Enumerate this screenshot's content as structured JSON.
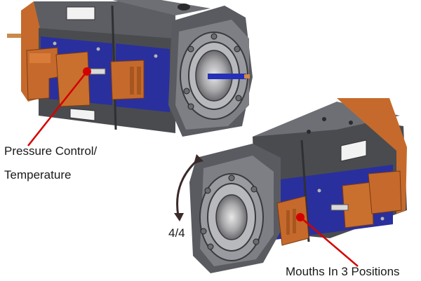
{
  "labels": {
    "pressure_line1": "Pressure Control/",
    "pressure_line2": "Temperature",
    "rotation": "4/4",
    "mouths": "Mouths In 3 Positions"
  },
  "colors": {
    "body_dark": "#4a4b4f",
    "body_mid": "#6a6b70",
    "body_light": "#8d8e93",
    "plate_blue": "#2a2f9e",
    "copper": "#c56a2c",
    "copper_dark": "#8a4218",
    "callout_red": "#d40000"
  }
}
